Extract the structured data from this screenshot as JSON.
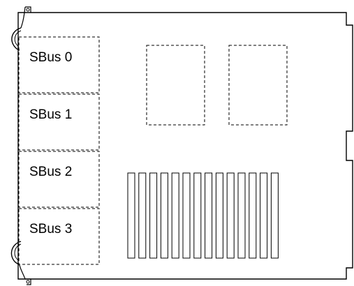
{
  "slots": [
    {
      "label": "SBus 0"
    },
    {
      "label": "SBus 1"
    },
    {
      "label": "SBus 2"
    },
    {
      "label": "SBus 3"
    }
  ],
  "memory": {
    "module_count": 14
  },
  "colors": {
    "line": "#000000",
    "background": "#ffffff"
  }
}
